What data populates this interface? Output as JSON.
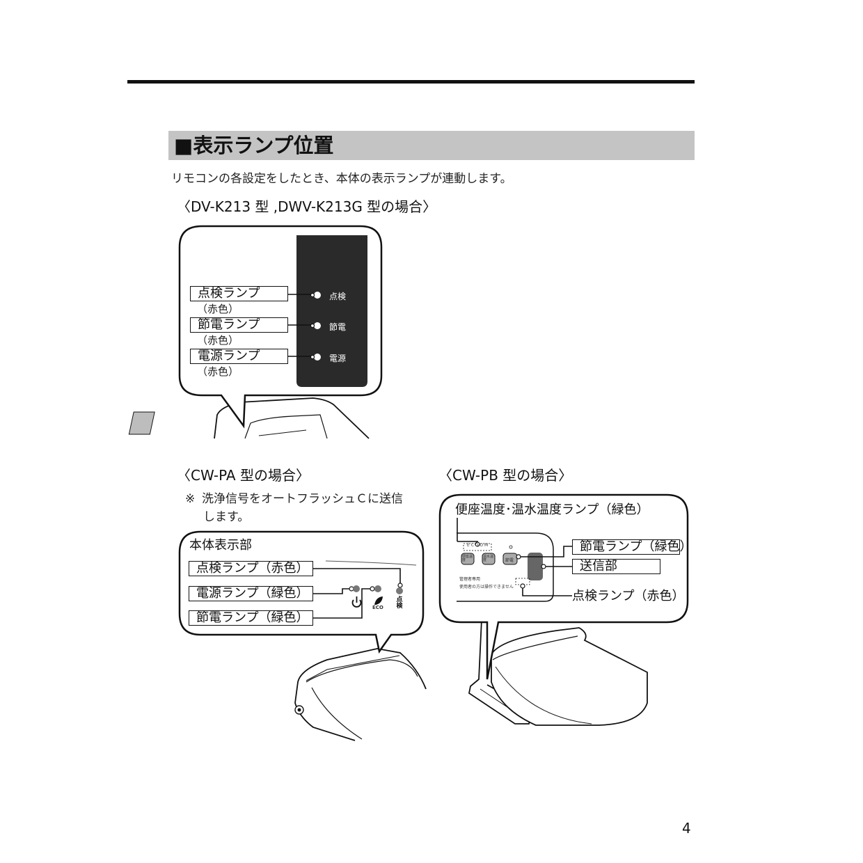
{
  "section": {
    "title": "■表示ランプ位置"
  },
  "intro": "リモコンの各設定をしたとき、本体の表示ランプが連動します。",
  "dv": {
    "heading": "〈DV-K213 型 ,DWV-K213G 型の場合〉",
    "labels": [
      "点検ランプ",
      "節電ランプ",
      "電源ランプ"
    ],
    "colors": [
      "（赤色）",
      "（赤色）",
      "（赤色）"
    ],
    "panel": [
      "点検",
      "節電",
      "電源"
    ]
  },
  "pa": {
    "heading": "〈CW-PA 型の場合〉",
    "note_mark": "※",
    "note_line1": "洗浄信号をオートフラッシュＣに送信",
    "note_line2": "します。",
    "box_title": "本体表示部",
    "labels": [
      "点検ランプ（赤色）",
      "電源ランプ（緑色）",
      "節電ランプ（緑色）"
    ],
    "eco": "ECO",
    "check": "点検"
  },
  "pb": {
    "heading": "〈CW-PB 型の場合〉",
    "top_label": "便座温度･温水温度ランプ（緑色）",
    "labels": [
      "節電ランプ（緑色）",
      "送信部"
    ],
    "check_label": "点検ランプ（赤色）",
    "panel_small": [
      "便座温度",
      "温水温度",
      "節電"
    ],
    "admin": "管理者専用",
    "admin_note": "使用者の方は操作できません",
    "dial": "E C O O M"
  },
  "page_number": "4"
}
